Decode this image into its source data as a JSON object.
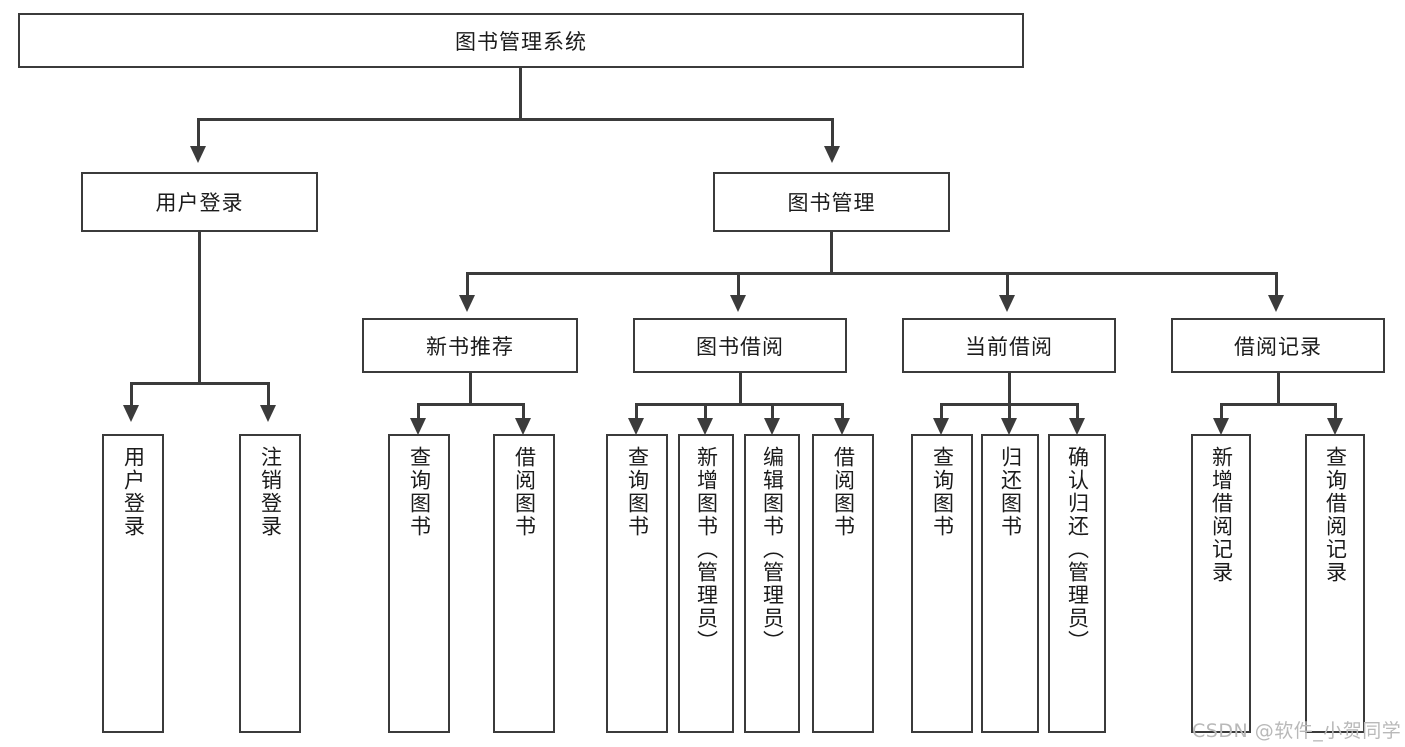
{
  "diagram": {
    "type": "tree-hierarchy",
    "title": "图书管理系统",
    "root": {
      "label": "图书管理系统"
    },
    "level2": [
      {
        "label": "用户登录"
      },
      {
        "label": "图书管理"
      }
    ],
    "level3": [
      {
        "label": "新书推荐"
      },
      {
        "label": "图书借阅"
      },
      {
        "label": "当前借阅"
      },
      {
        "label": "借阅记录"
      }
    ],
    "leaves": {
      "user_login": [
        {
          "label": "用户登录"
        },
        {
          "label": "注销登录"
        }
      ],
      "new_book_recommend": [
        {
          "label": "查询图书"
        },
        {
          "label": "借阅图书"
        }
      ],
      "book_borrow": [
        {
          "label": "查询图书"
        },
        {
          "label": "新增图书（管理员）"
        },
        {
          "label": "编辑图书（管理员）"
        },
        {
          "label": "借阅图书"
        }
      ],
      "current_borrow": [
        {
          "label": "查询图书"
        },
        {
          "label": "归还图书"
        },
        {
          "label": "确认归还（管理员）"
        }
      ],
      "borrow_record": [
        {
          "label": "新增借阅记录"
        },
        {
          "label": "查询借阅记录"
        }
      ]
    }
  },
  "watermark": {
    "text": "CSDN @软件_小贺同学"
  },
  "colors": {
    "stroke": "#3b3b3b",
    "fill": "#ffffff",
    "text": "#1b1b1b",
    "watermark": "#b9b9b9"
  }
}
